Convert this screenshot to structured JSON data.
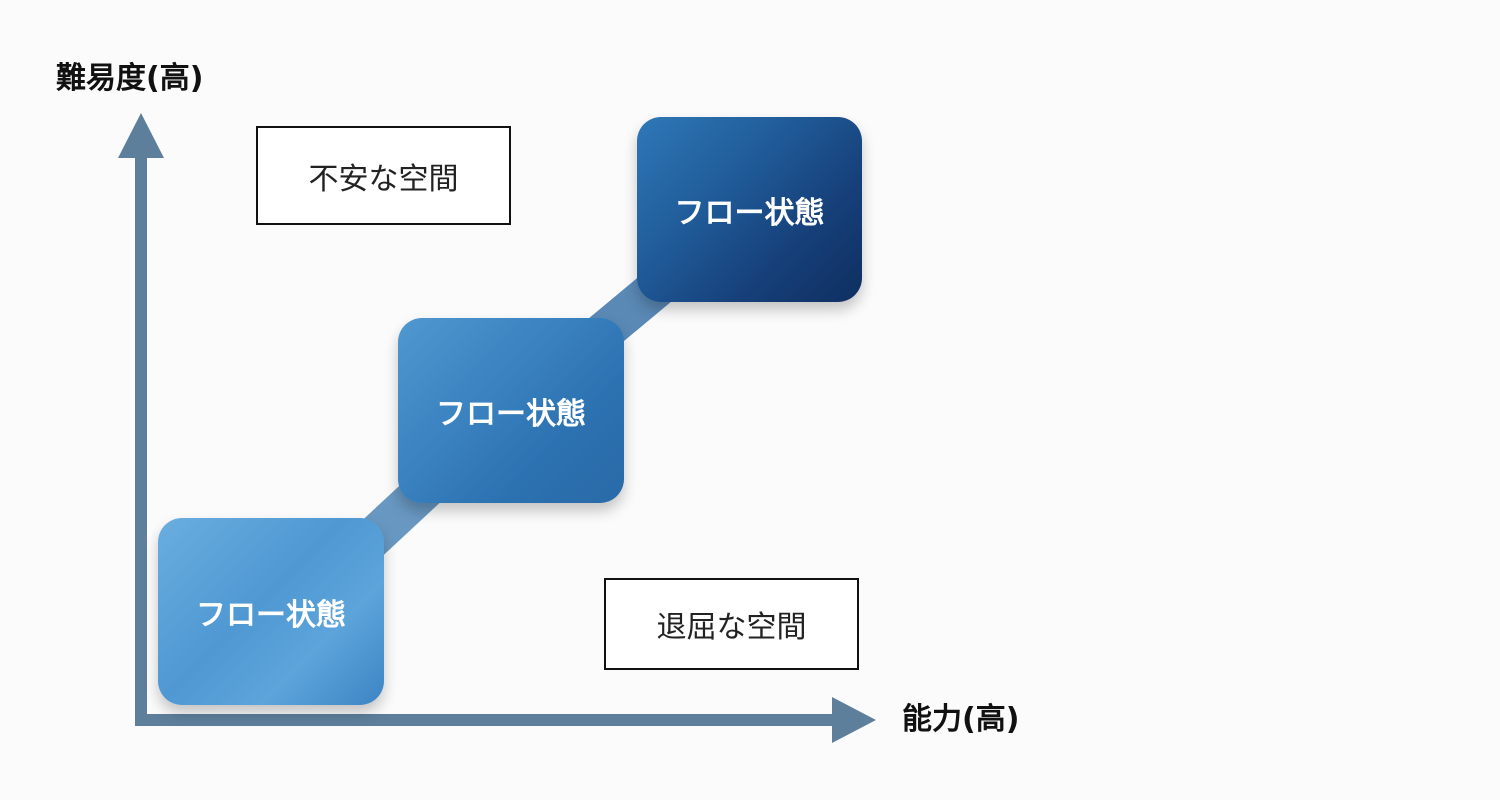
{
  "diagram": {
    "y_axis_label": "難易度(高)",
    "x_axis_label": "能力(高)",
    "zones": {
      "anxiety": "不安な空間",
      "boredom": "退屈な空間"
    },
    "flow_states": [
      {
        "label": "フロー状態"
      },
      {
        "label": "フロー状態"
      },
      {
        "label": "フロー状態"
      }
    ]
  },
  "colors": {
    "axis": "#5e7f9c",
    "connector": "#4f86b8",
    "flow_light": "#5ea6dc",
    "flow_mid": "#2f75b4",
    "flow_dark": "#17407a"
  }
}
